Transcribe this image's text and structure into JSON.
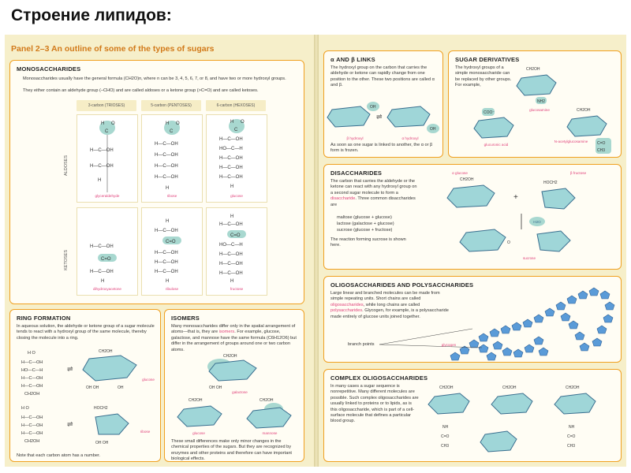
{
  "slide": {
    "title": "Строение липидов:"
  },
  "panel": {
    "title": "Panel 2–3 An outline of some of the types of sugars"
  },
  "monosaccharides": {
    "heading": "MONOSACCHARIDES",
    "text1": "Monosaccharides usually have the general formula (CH2O)n, where n can be 3, 4, 5, 6, 7, or 8, and have two or more hydroxyl groups.",
    "text2": "They either contain an aldehyde group (–CHO) and are called aldoses or a ketone group (>C=O) and are called ketoses.",
    "columns": [
      "3-carbon (TRIOSES)",
      "5-carbon (PENTOSES)",
      "6-carbon (HEXOSES)"
    ],
    "rows": [
      "ALDOSES",
      "KETOSES"
    ],
    "names": [
      "glyceraldehyde",
      "ribose",
      "glucose",
      "dihydroxyacetone",
      "ribulose",
      "fructose"
    ]
  },
  "ring_formation": {
    "heading": "RING FORMATION",
    "text": "In aqueous solution, the aldehyde or ketone group of a sugar molecule tends to react with a hydroxyl group of the same molecule, thereby closing the molecule into a ring.",
    "label_glucose": "glucose",
    "label_ribose": "ribose",
    "note": "Note that each carbon atom has a number."
  },
  "isomers": {
    "heading": "ISOMERS",
    "text_a": "Many monosaccharides differ only in the spatial arrangement of atoms—that is, they are ",
    "text_pink": "isomers",
    "text_b": ". For example, glucose, galactose, and mannose have the same formula (C6H12O6) but differ in the arrangement of groups around one or two carbon atoms.",
    "labels": [
      "galactose",
      "glucose",
      "mannose"
    ],
    "bottom": "These small differences make only minor changes in the chemical properties of the sugars. But they are recognized by enzymes and other proteins and therefore can have important biological effects."
  },
  "alpha_beta": {
    "heading": "α AND β LINKS",
    "text": "The hydroxyl group on the carbon that carries the aldehyde or ketone can rapidly change from one position to the other. These two positions are called α and β.",
    "label_beta": "β hydroxyl",
    "label_alpha": "α hydroxyl",
    "bottom": "As soon as one sugar is linked to another, the α or β form is frozen."
  },
  "derivatives": {
    "heading": "SUGAR DERIVATIVES",
    "text": "The hydroxyl groups of a simple monosaccharide can be replaced by other groups. For example,",
    "labels": [
      "glucosamine",
      "glucuronic acid",
      "N-acetylglucosamine"
    ]
  },
  "disaccharides": {
    "heading": "DISACCHARIDES",
    "text_a": "The carbon that carries the aldehyde or the ketone can react with any hydroxyl group on a second sugar molecule to form a ",
    "text_pink": "disaccharide",
    "text_b": ". Three common disaccharides are",
    "list": [
      "maltose (glucose + glucose)",
      "lactose (galactose + glucose)",
      "sucrose (glucose + fructose)"
    ],
    "bottom": "The reaction forming sucrose is shown here.",
    "labels": [
      "α glucose",
      "β fructose",
      "sucrose",
      "H2O"
    ]
  },
  "oligo": {
    "heading": "OLIGOSACCHARIDES AND POLYSACCHARIDES",
    "text_a": "Large linear and branched molecules can be made from simple repeating units. Short chains are called ",
    "pink1": "oligosaccharides",
    "text_b": ", while long chains are called ",
    "pink2": "polysaccharides",
    "text_c": ". Glycogen, for example, is a polysaccharide made entirely of glucose units joined together.",
    "label_branch": "branch points",
    "label_glycogen": "glycogen"
  },
  "complex": {
    "heading": "COMPLEX OLIGOSACCHARIDES",
    "text": "In many cases a sugar sequence is nonrepetitive. Many different molecules are possible. Such complex oligosaccharides are usually linked to proteins or to lipids, as is this oligosaccharide, which is part of a cell-surface molecule that defines a particular blood group."
  },
  "colors": {
    "accent": "#f0a020",
    "ring_fill": "#9fd6d8",
    "ring_stroke": "#3a6f8f",
    "pink": "#e0417a",
    "highlight": "#a8d8d0"
  }
}
